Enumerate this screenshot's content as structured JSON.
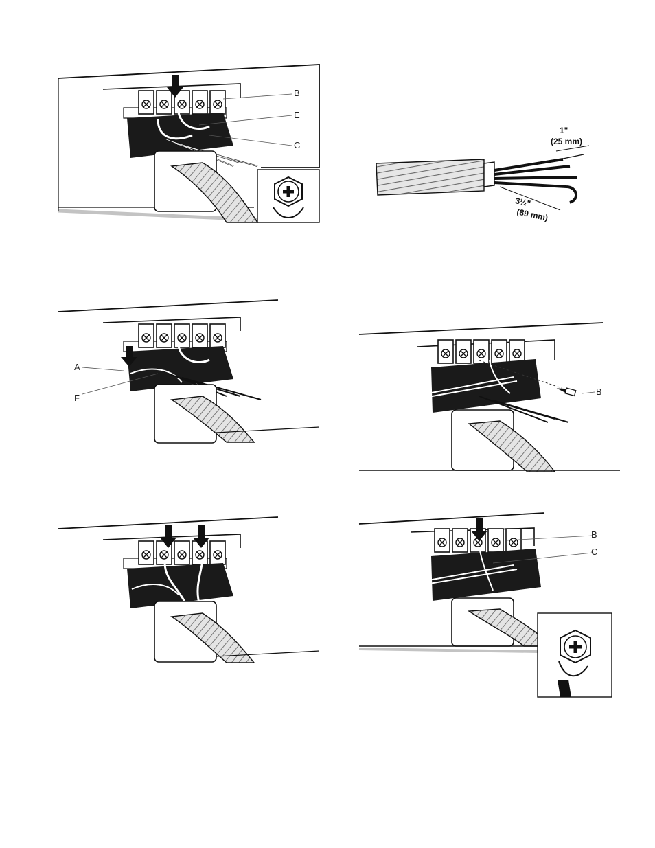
{
  "figures": {
    "fig1": {
      "labels": {
        "b": "B",
        "e": "E",
        "c": "C"
      }
    },
    "fig2": {
      "dim_short": "1\"",
      "dim_short_metric": "(25 mm)",
      "dim_long": "3½\"",
      "dim_long_metric": "(89 mm)"
    },
    "fig3": {
      "labels": {
        "a": "A",
        "f": "F"
      }
    },
    "fig4": {
      "labels": {
        "b": "B"
      }
    },
    "fig5": {
      "labels": {}
    },
    "fig6": {
      "labels": {
        "b": "B",
        "c": "C"
      }
    }
  },
  "colors": {
    "ink": "#111111",
    "panel": "#1a1a1a",
    "hose": "#d9d9d9",
    "line": "#333333"
  }
}
